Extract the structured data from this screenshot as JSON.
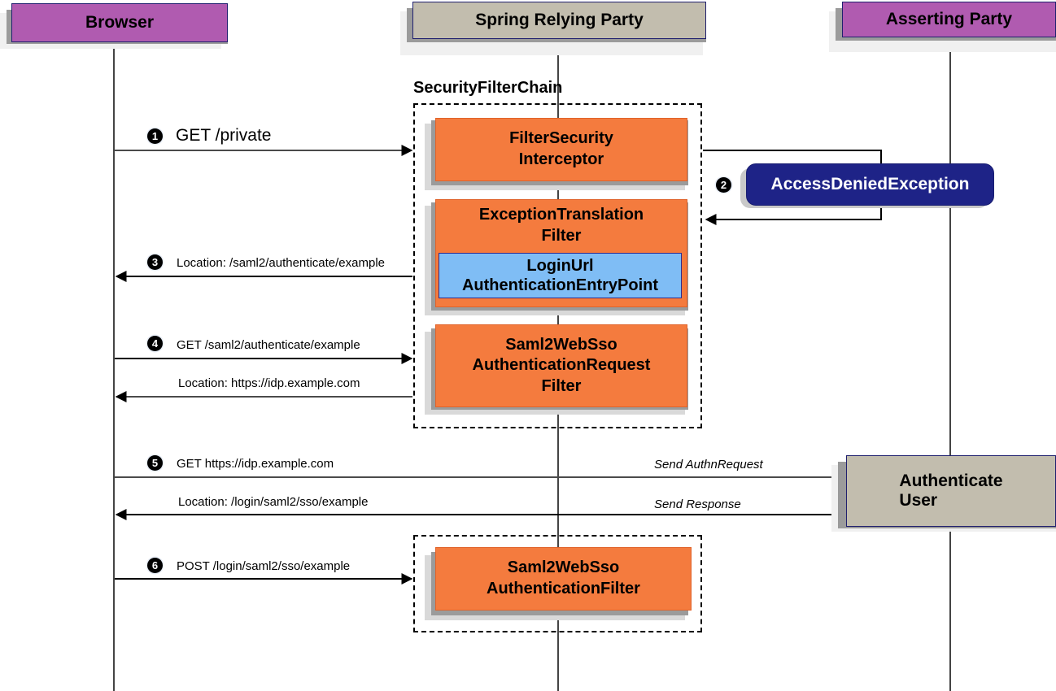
{
  "diagram": {
    "title": "SAML 2.0 Login flow sequence diagram",
    "colors": {
      "actor_fill": "#b05bb0",
      "system_fill": "#c2bdae",
      "filter_fill": "#f47b3e",
      "entrypoint_fill": "#7fbdf5",
      "note_fill": "#1e2387",
      "border": "#1f1f6e",
      "line": "#000000"
    }
  },
  "participants": [
    {
      "id": "browser",
      "label": "Browser",
      "kind": "actor"
    },
    {
      "id": "relying_party",
      "label": "Spring Relying Party",
      "kind": "system"
    },
    {
      "id": "asserting_party",
      "label": "Asserting Party",
      "kind": "actor"
    }
  ],
  "frames": [
    {
      "id": "security_filter_chain",
      "title": "SecurityFilterChain"
    },
    {
      "id": "filter_chain_bottom",
      "title": ""
    }
  ],
  "filters": [
    {
      "id": "filter_security_interceptor",
      "line1": "FilterSecurity",
      "line2": "Interceptor"
    },
    {
      "id": "exception_translation_filter",
      "line1": "ExceptionTranslation",
      "line2": "Filter"
    },
    {
      "id": "login_url_entry_point",
      "line1": "LoginUrl",
      "line2": "AuthenticationEntryPoint"
    },
    {
      "id": "saml2_websso_authn_request_filter",
      "line1": "Saml2WebSso",
      "line2": "AuthenticationRequest",
      "line3": "Filter"
    },
    {
      "id": "saml2_websso_authentication_filter",
      "line1": "Saml2WebSso",
      "line2": "AuthenticationFilter"
    }
  ],
  "notes": [
    {
      "id": "access_denied_exception",
      "text": "AccessDeniedException"
    }
  ],
  "activations": [
    {
      "id": "authenticate_user",
      "line1": "Authenticate",
      "line2": "User"
    }
  ],
  "messages": [
    {
      "step": "1",
      "badge": "❶",
      "number": "1",
      "label": "GET /private",
      "size": "big"
    },
    {
      "step": "2",
      "badge": "❷",
      "number": "2",
      "label": "",
      "size": "big"
    },
    {
      "step": "3",
      "badge": "❸",
      "number": "3",
      "label": "Location: /saml2/authenticate/example",
      "size": "small"
    },
    {
      "step": "4",
      "badge": "❹",
      "number": "4",
      "label": "GET /saml2/authenticate/example",
      "size": "small"
    },
    {
      "step": "",
      "badge": "",
      "number": "",
      "label": "Location: https://idp.example.com",
      "size": "small"
    },
    {
      "step": "5",
      "badge": "❺",
      "number": "5",
      "label": "GET https://idp.example.com",
      "size": "small"
    },
    {
      "step": "",
      "badge": "",
      "number": "",
      "label": "Location: /login/saml2/sso/example",
      "size": "small"
    },
    {
      "step": "6",
      "badge": "❻",
      "number": "6",
      "label": "POST /login/saml2/sso/example",
      "size": "small"
    },
    {
      "step": "",
      "badge": "",
      "number": "",
      "label": "Send AuthnRequest",
      "size": "italic"
    },
    {
      "step": "",
      "badge": "",
      "number": "",
      "label": "Send Response",
      "size": "italic"
    }
  ]
}
